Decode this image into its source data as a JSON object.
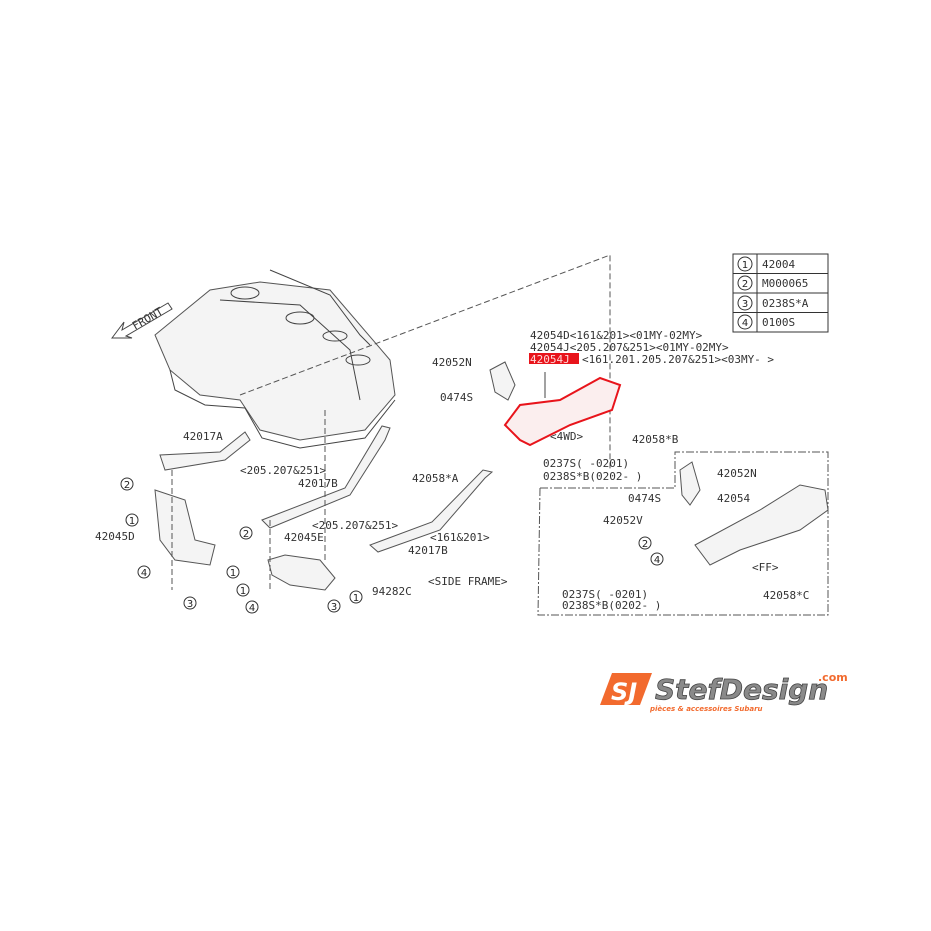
{
  "legend_table": [
    {
      "num": "1",
      "part": "42004"
    },
    {
      "num": "2",
      "part": "M000065"
    },
    {
      "num": "3",
      "part": "0238S*A"
    },
    {
      "num": "4",
      "part": "0100S"
    }
  ],
  "labels": {
    "front": "FRONT",
    "p42017A": "42017A",
    "p42045D": "42045D",
    "v205a": "<205.207&251>",
    "p42017B_1": "42017B",
    "v205b": "<205.207&251>",
    "p42045E": "42045E",
    "p42058A": "42058*A",
    "v161": "<161&201>",
    "p42017B_2": "42017B",
    "p94282C": "94282C",
    "side_frame": "<SIDE FRAME>",
    "p42052N_1": "42052N",
    "p0474S_1": "0474S",
    "p42054D": "42054D<161&201><01MY-02MY>",
    "p42054J_1": "42054J<205.207&251><01MY-02MY>",
    "p42054J_hl": "42054J",
    "p42054J_hl_rest": "<161.201.205.207&251><03MY-     >",
    "wd": "<4WD>",
    "p42058B": "42058*B",
    "p0237S_1": "0237S(    -0201)",
    "p0238S_1": "0238S*B(0202-    )",
    "p42052N_2": "42052N",
    "p0474S_2": "0474S",
    "p42054": "42054",
    "p42052V": "42052V",
    "ff": "<FF>",
    "p0237S_2": "0237S(    -0201)",
    "p0238S_2": "0238S*B(0202-    )",
    "p42058C": "42058*C"
  },
  "callouts": {
    "c1": "1",
    "c2": "2",
    "c3": "3",
    "c4": "4"
  },
  "logo": {
    "brand": "StefDesign",
    "tld": ".com",
    "tagline": "pièces & accessoires Subaru"
  },
  "colors": {
    "highlight": "#e8141b",
    "logo_orange": "#f26a2e",
    "logo_gray": "#8a8a8a"
  }
}
